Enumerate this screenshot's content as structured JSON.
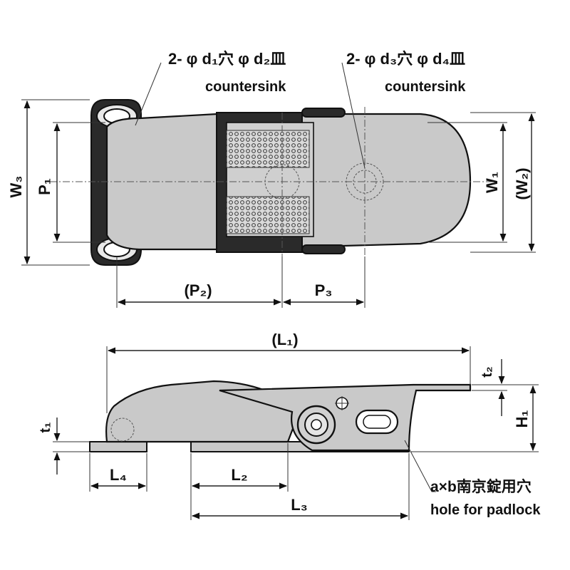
{
  "callouts": {
    "left_line1": "2- φ d₁穴 φ d₂皿",
    "left_line2": "countersink",
    "right_line1": "2- φ d₃穴 φ d₄皿",
    "right_line2": "countersink",
    "padlock_line1": "a×b南京錠用穴",
    "padlock_line2": "hole for padlock"
  },
  "dimensions": {
    "W3": "W₃",
    "P1": "P₁",
    "W1": "W₁",
    "W2": "(W₂)",
    "P2": "(P₂)",
    "P3": "P₃",
    "L1": "(L₁)",
    "t2": "t₂",
    "H1": "H₁",
    "t1": "t₁",
    "L4": "L₄",
    "L2": "L₂",
    "L3": "L₃"
  }
}
